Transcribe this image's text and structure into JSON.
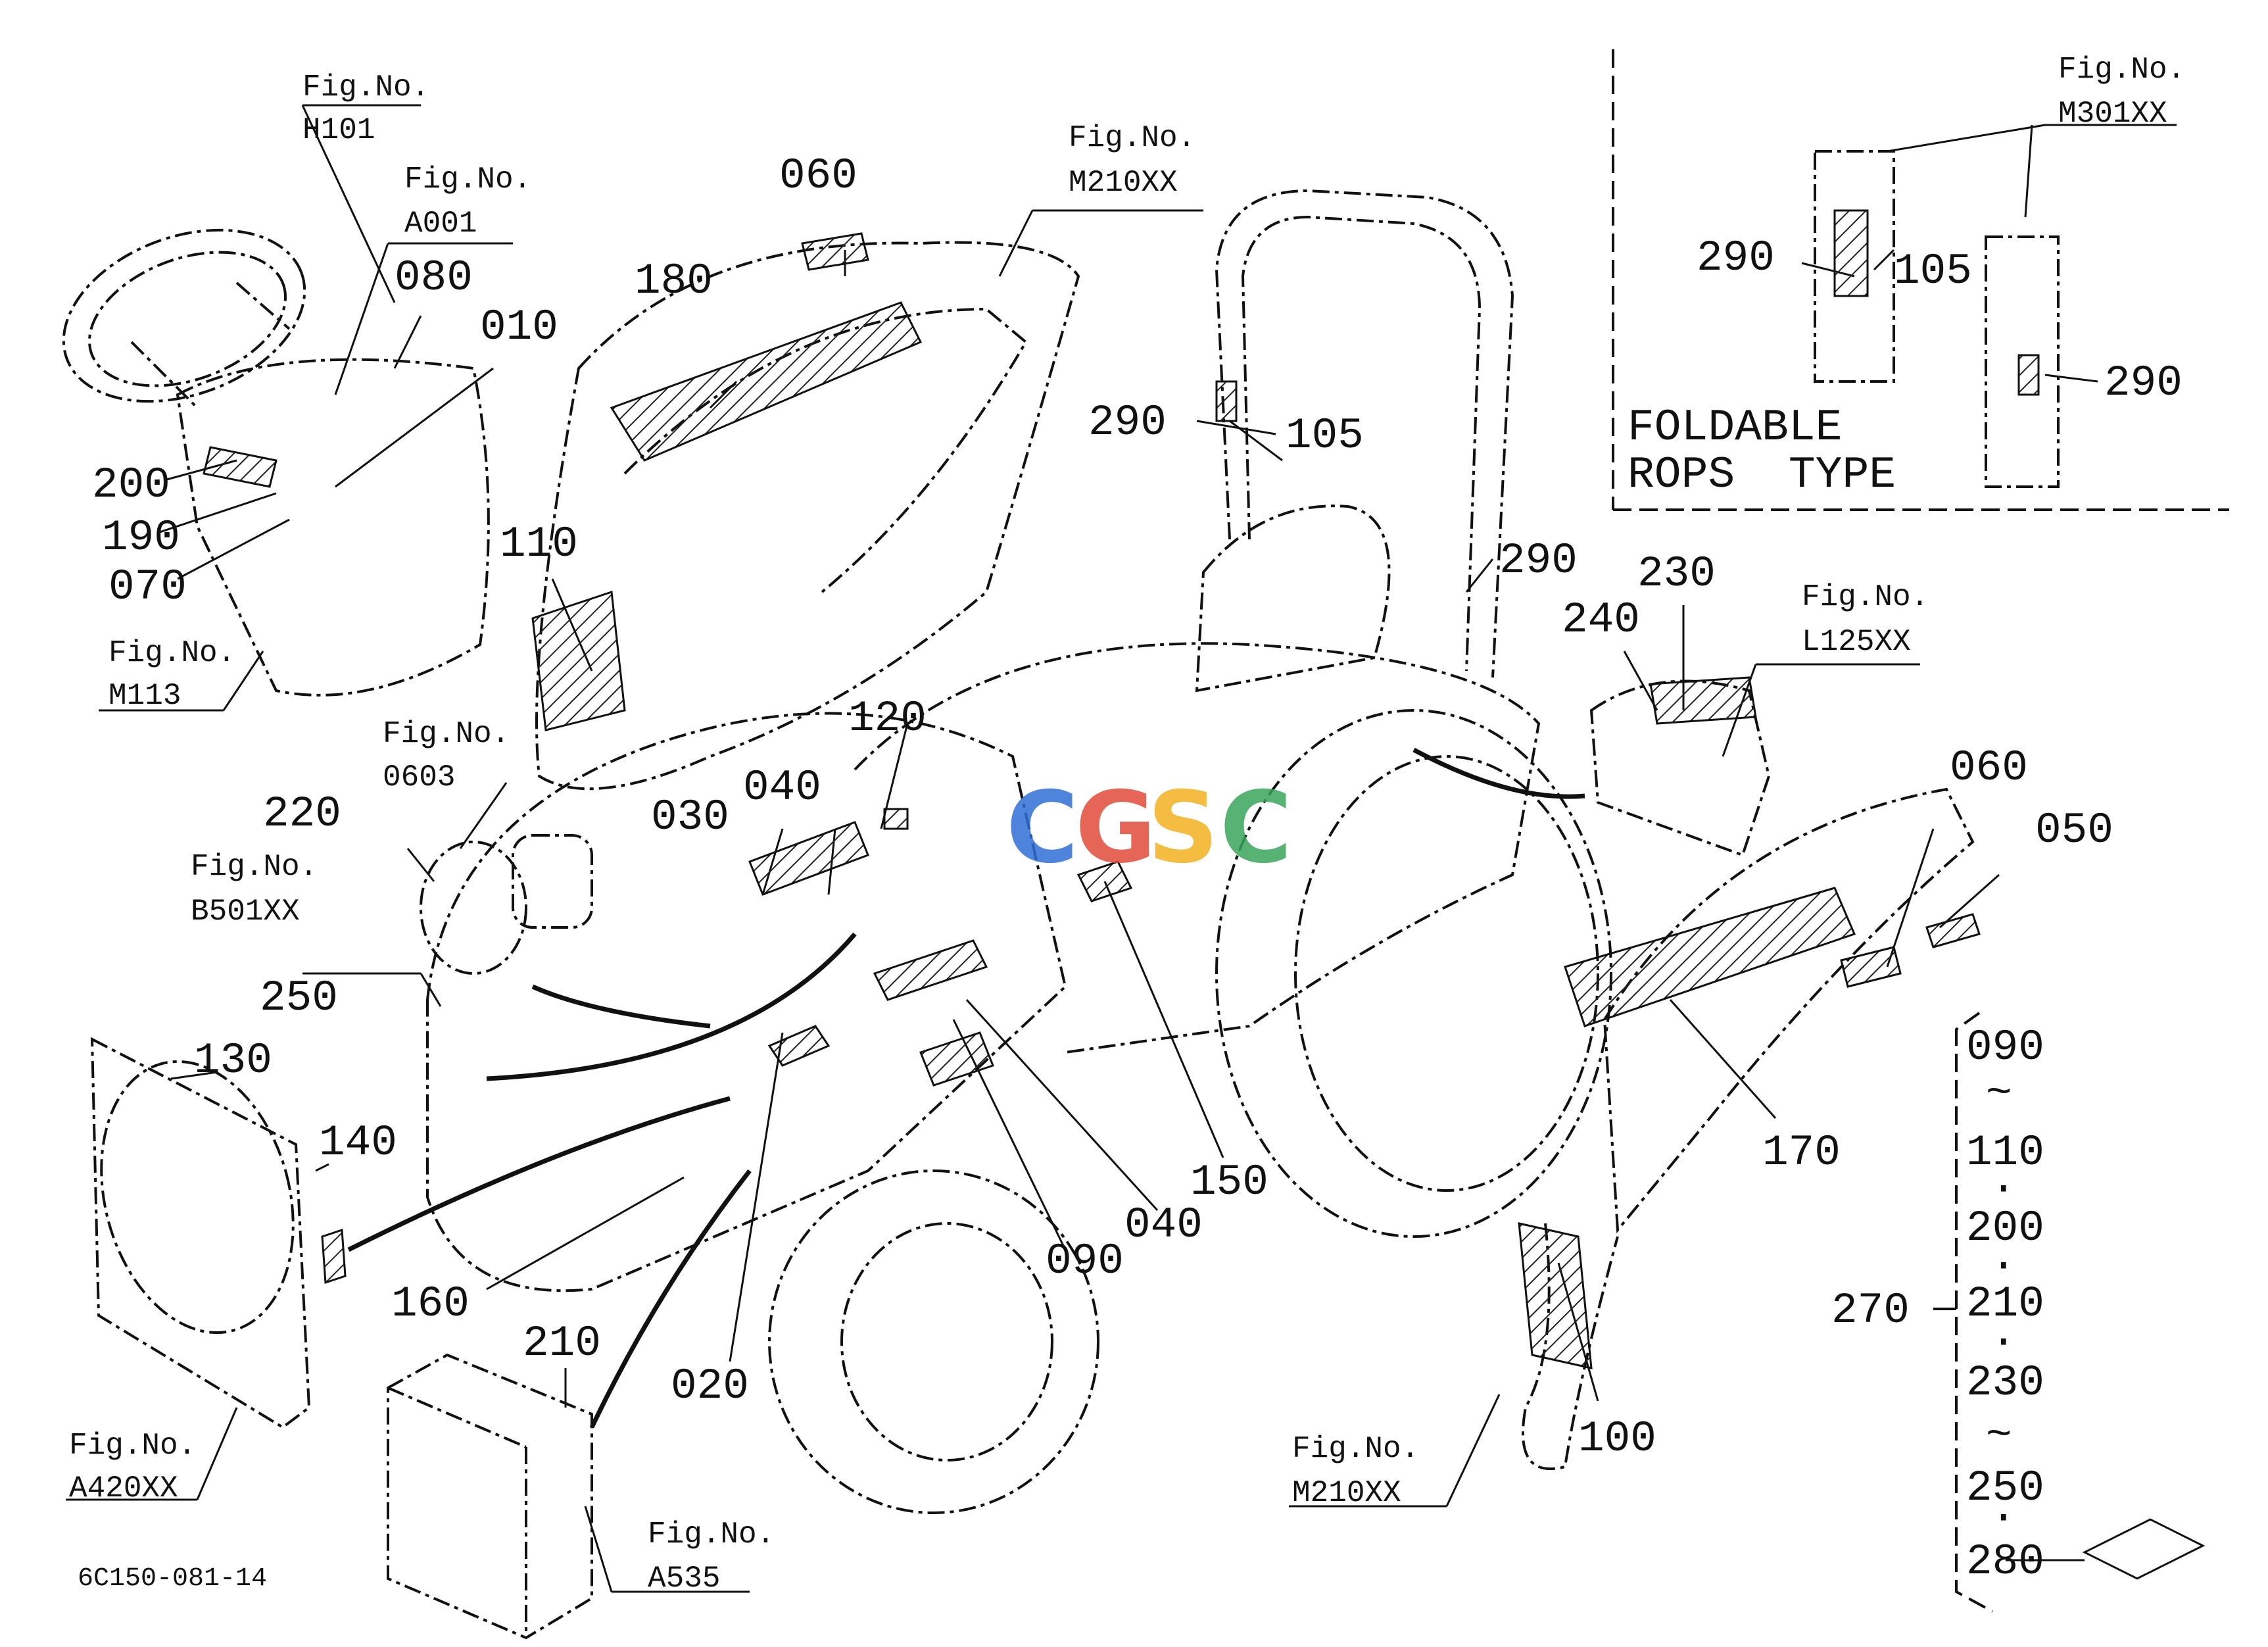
{
  "fig_refs": {
    "h101": {
      "label": "Fig.No.",
      "code": "H101"
    },
    "a001": {
      "label": "Fig.No.",
      "code": "A001"
    },
    "m210_top": {
      "label": "Fig.No.",
      "code": "M210XX"
    },
    "m113": {
      "label": "Fig.No.",
      "code": "M113"
    },
    "f0603": {
      "label": "Fig.No.",
      "code": "0603"
    },
    "b501": {
      "label": "Fig.No.",
      "code": "B501XX"
    },
    "l125": {
      "label": "Fig.No.",
      "code": "L125XX"
    },
    "m301": {
      "label": "Fig.No.",
      "code": "M301XX"
    },
    "a420": {
      "label": "Fig.No.",
      "code": "A420XX"
    },
    "a535": {
      "label": "Fig.No.",
      "code": "A535"
    },
    "m210_bottom": {
      "label": "Fig.No.",
      "code": "M210XX"
    }
  },
  "callouts": {
    "c060_top": "060",
    "c180": "180",
    "c110": "110",
    "c080": "080",
    "c010": "010",
    "c200": "200",
    "c190": "190",
    "c070": "070",
    "c290_main": "290",
    "c105_main": "105",
    "c290_mid": "290",
    "c230": "230",
    "c240": "240",
    "c120": "120",
    "c030": "030",
    "c040_top": "040",
    "c220": "220",
    "c250": "250",
    "c130": "130",
    "c140": "140",
    "c160": "160",
    "c210": "210",
    "c020": "020",
    "c090": "090",
    "c040_bottom": "040",
    "c150": "150",
    "c060_right": "060",
    "c050": "050",
    "c170": "170",
    "c100": "100",
    "c290_inset_a": "290",
    "c105_inset": "105",
    "c290_inset_b": "290",
    "c270": "270"
  },
  "inset_title": [
    "FOLDABLE",
    "ROPS  TYPE"
  ],
  "range_list": [
    "090",
    "~",
    "110",
    "·",
    "200",
    "·",
    "210",
    "·",
    "230",
    "~",
    "250",
    "·",
    "280"
  ],
  "drawing_number": "6C150-081-14",
  "watermark": {
    "letters": [
      "C",
      "G",
      "S",
      "C"
    ],
    "colors": [
      "#2f6fd6",
      "#e04a3a",
      "#f2b01e",
      "#3aa65a"
    ]
  }
}
